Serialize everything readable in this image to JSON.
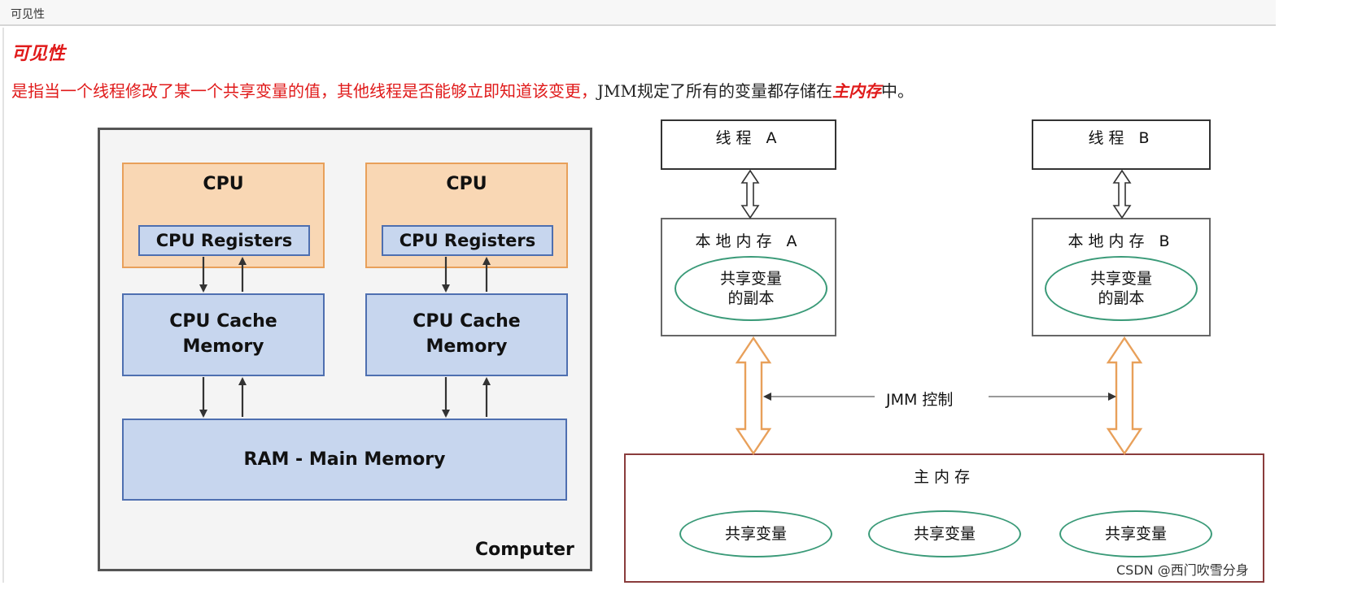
{
  "topbar": {
    "label": "可见性"
  },
  "heading": "可见性",
  "description": {
    "part1": "是指当一个线程修改了某一个共享变量的值，其他线程是否能够立即知道该变更，",
    "part2": "JMM规定了所有的变量都存储在",
    "part3": "主内存",
    "part4": "中。"
  },
  "hardware": {
    "cpu_label": "CPU",
    "registers_label": "CPU Registers",
    "cache_line1": "CPU Cache",
    "cache_line2": "Memory",
    "ram_label": "RAM - Main Memory",
    "computer_label": "Computer"
  },
  "jmm": {
    "thread_a": "线程 A",
    "thread_b": "线程 B",
    "local_a": "本地内存 A",
    "local_b": "本地内存 B",
    "copy_line1": "共享变量",
    "copy_line2": "的副本",
    "control_label": "JMM 控制",
    "main_memory": "主内存",
    "shared_var": "共享变量"
  },
  "watermark": "CSDN @西门吹雪分身",
  "colors": {
    "accent_red": "#e01a1a",
    "cpu_fill": "#f9d7b4",
    "cpu_border": "#e8a05a",
    "memory_fill": "#c7d6ee",
    "memory_border": "#4e6fb0",
    "ellipse_border": "#3a9a78",
    "main_memory_border": "#8a3c3c",
    "orange_arrow": "#e8a05a"
  }
}
